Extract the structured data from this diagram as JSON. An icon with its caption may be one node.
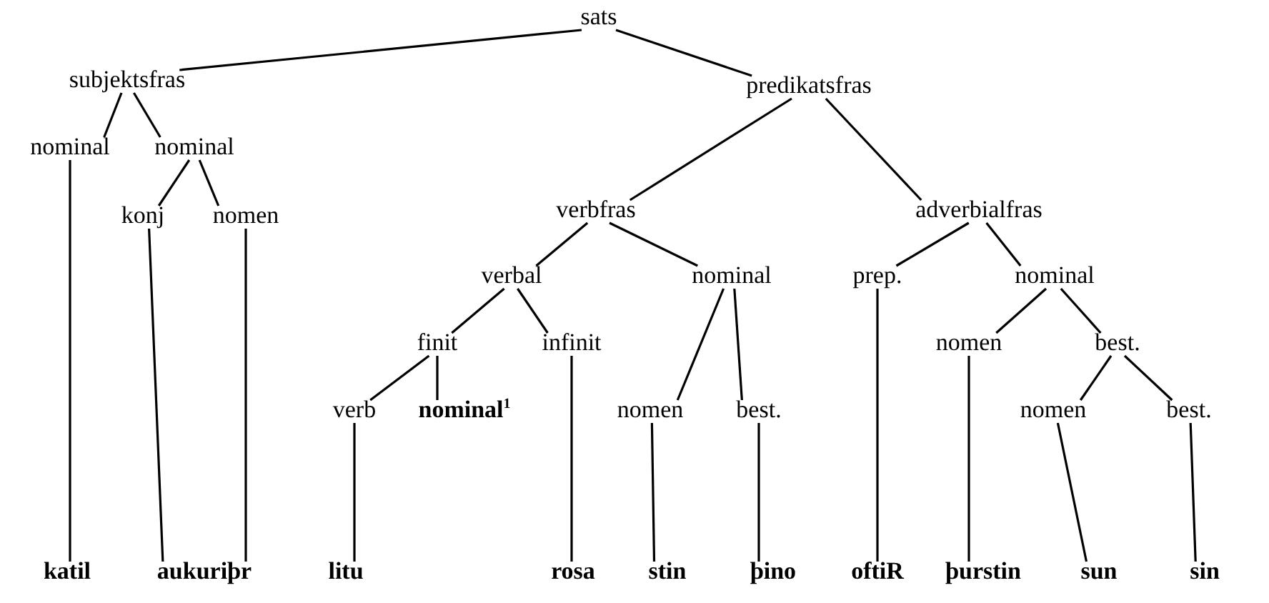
{
  "diagram": {
    "nodes": [
      {
        "text": [
          "sats"
        ]
      },
      {
        "text": [
          "subjektsfras"
        ]
      },
      {
        "text": [
          "predikatsfras"
        ]
      },
      {
        "text": [
          "nominal"
        ]
      },
      {
        "text": [
          "nominal"
        ]
      },
      {
        "text": [
          "verbfras"
        ]
      },
      {
        "text": [
          "adverbialfras"
        ]
      },
      {
        "text": [
          "konj"
        ]
      },
      {
        "text": [
          "nomen"
        ]
      },
      {
        "text": [
          "verbal"
        ]
      },
      {
        "text": [
          "nominal"
        ]
      },
      {
        "text": [
          "prep."
        ]
      },
      {
        "text": [
          "nominal"
        ]
      },
      {
        "text": [
          "finit"
        ]
      },
      {
        "text": [
          "infinit"
        ]
      },
      {
        "text": [
          "nomen"
        ]
      },
      {
        "text": [
          "best."
        ]
      },
      {
        "text": [
          "verb"
        ]
      },
      {
        "text": [
          "nominal$^{1}$"
        ]
      },
      {
        "text": [
          "nomen"
        ]
      },
      {
        "text": [
          "best."
        ]
      },
      {
        "text": [
          "nomen"
        ]
      },
      {
        "text": [
          "best."
        ]
      },
      {
        "text": [
          "katil"
        ]
      },
      {
        "text": [
          "aukuriþr"
        ]
      },
      {
        "text": [
          "litu"
        ]
      },
      {
        "text": [
          "rosa"
        ]
      },
      {
        "text": [
          "stin"
        ]
      },
      {
        "text": [
          "þino"
        ]
      },
      {
        "text": [
          "oftiR"
        ]
      },
      {
        "text": [
          "þurstin"
        ]
      },
      {
        "text": [
          "sun"
        ]
      },
      {
        "text": [
          "sin"
        ]
      }
    ],
    "edges": [
      {
        "from": 0,
        "to": 1,
        "arrow": "none"
      },
      {
        "from": 0,
        "to": 2,
        "arrow": "none"
      },
      {
        "from": 1,
        "to": 3,
        "arrow": "none"
      },
      {
        "from": 1,
        "to": 4,
        "arrow": "none"
      },
      {
        "from": 2,
        "to": 5,
        "arrow": "none"
      },
      {
        "from": 2,
        "to": 6,
        "arrow": "none"
      },
      {
        "from": 3,
        "to": 23,
        "arrow": "none"
      },
      {
        "from": 4,
        "to": 7,
        "arrow": "none"
      },
      {
        "from": 4,
        "to": 8,
        "arrow": "none"
      },
      {
        "from": 5,
        "to": 9,
        "arrow": "none"
      },
      {
        "from": 5,
        "to": 10,
        "arrow": "none"
      },
      {
        "from": 6,
        "to": 11,
        "arrow": "none"
      },
      {
        "from": 6,
        "to": 12,
        "arrow": "none"
      },
      {
        "from": 7,
        "to": 24,
        "arrow": "none"
      },
      {
        "from": 8,
        "to": 24,
        "arrow": "none"
      },
      {
        "from": 9,
        "to": 13,
        "arrow": "none"
      },
      {
        "from": 9,
        "to": 14,
        "arrow": "none"
      },
      {
        "from": 10,
        "to": 19,
        "arrow": "none"
      },
      {
        "from": 10,
        "to": 20,
        "arrow": "none"
      },
      {
        "from": 12,
        "to": 15,
        "arrow": "none"
      },
      {
        "from": 12,
        "to": 16,
        "arrow": "none"
      },
      {
        "from": 13,
        "to": 17,
        "arrow": "none"
      },
      {
        "from": 13,
        "to": 18,
        "arrow": "none"
      },
      {
        "from": 16,
        "to": 21,
        "arrow": "none"
      },
      {
        "from": 16,
        "to": 22,
        "arrow": "none"
      },
      {
        "from": 17,
        "to": 25,
        "arrow": "none"
      },
      {
        "from": 14,
        "to": 26,
        "arrow": "none"
      },
      {
        "from": 19,
        "to": 27,
        "arrow": "none"
      },
      {
        "from": 20,
        "to": 28,
        "arrow": "none"
      },
      {
        "from": 11,
        "to": 29,
        "arrow": "none"
      },
      {
        "from": 15,
        "to": 30,
        "arrow": "none"
      },
      {
        "from": 21,
        "to": 31,
        "arrow": "none"
      },
      {
        "from": 22,
        "to": 32,
        "arrow": "none"
      }
    ]
  }
}
